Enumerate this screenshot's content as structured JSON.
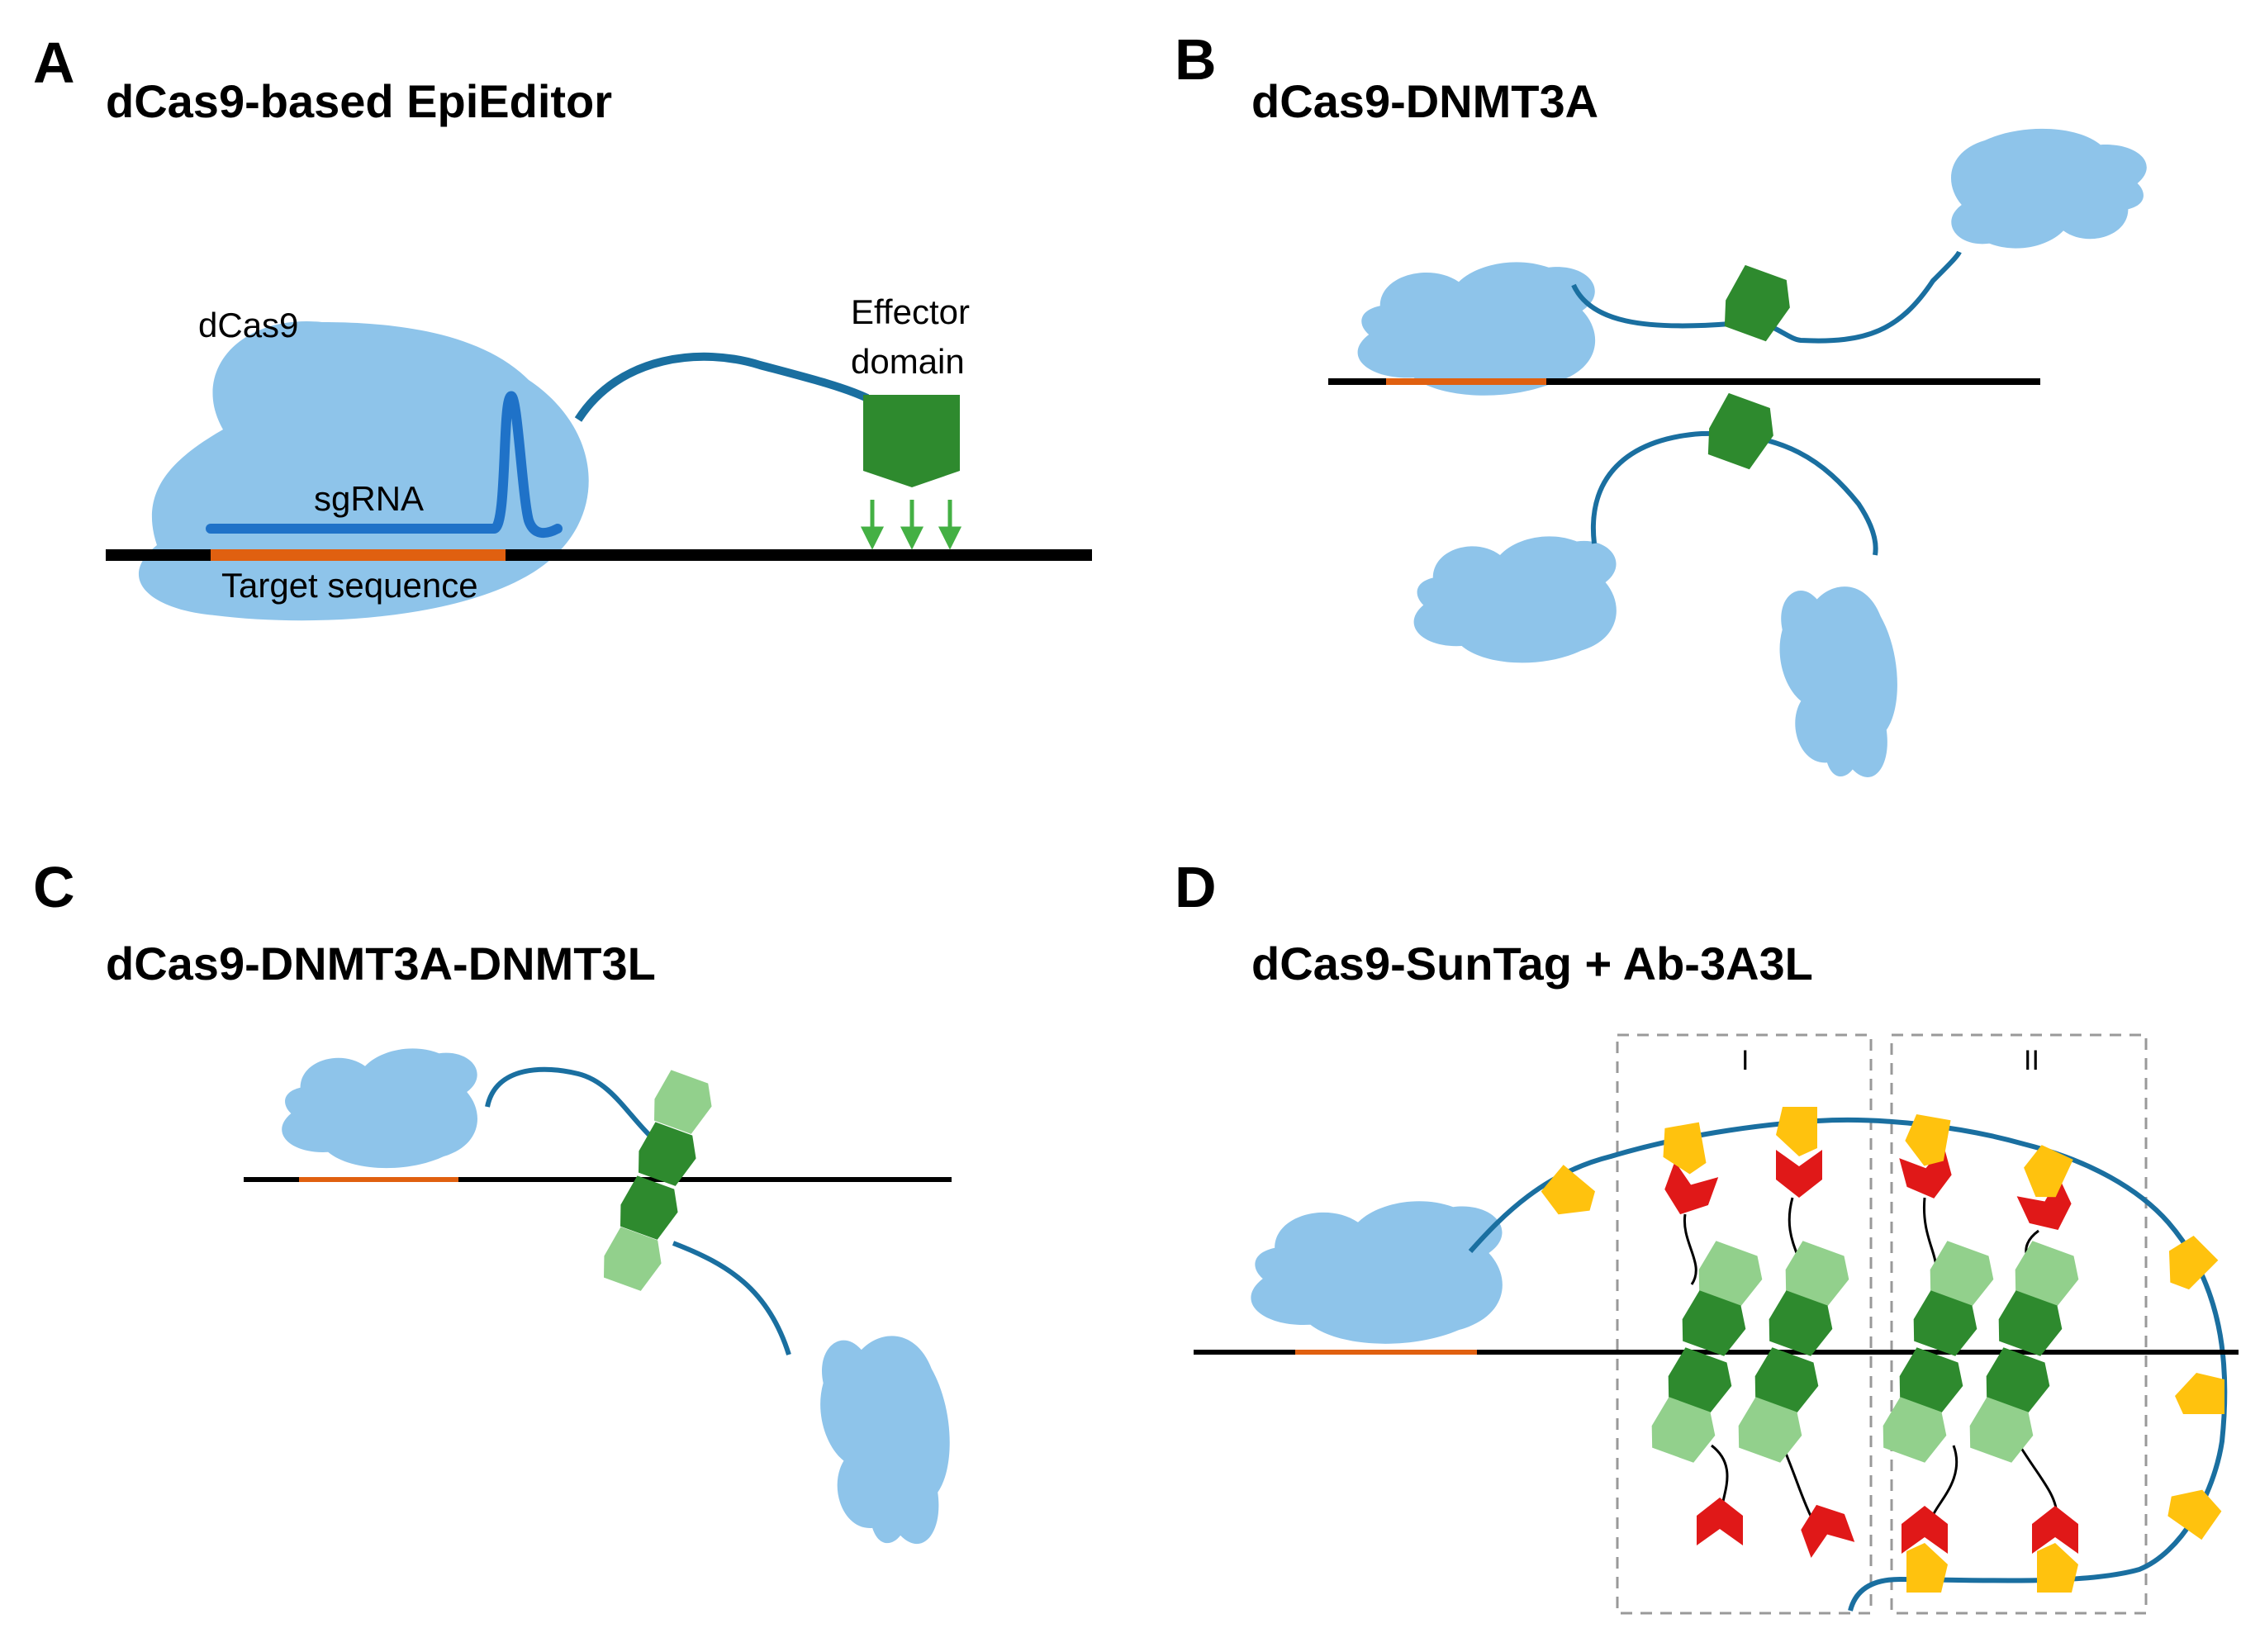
{
  "colors": {
    "protein": "#8ec4ea",
    "linker": "#1a6fa0",
    "dna": "#000000",
    "target": "#e06010",
    "sgrna": "#1f72c8",
    "effector_dark": "#2e8a2e",
    "effector_light": "#92d08c",
    "arrow": "#44b044",
    "suntag": "#ffc20e",
    "antibody": "#e01818",
    "box": "#999999"
  },
  "panels": {
    "a": {
      "letter": "A",
      "title": "dCas9-based  EpiEditor",
      "dcas9_label": "dCas9",
      "effector_label_1": "Effector",
      "effector_label_2": "domain",
      "sgrna_label": "sgRNA",
      "target_label": "Target sequence"
    },
    "b": {
      "letter": "B",
      "title": "dCas9-DNMT3A"
    },
    "c": {
      "letter": "C",
      "title": "dCas9-DNMT3A-DNMT3L"
    },
    "d": {
      "letter": "D",
      "title": "dCas9-SunTag  + Ab-3A3L",
      "box_1_label": "I",
      "box_2_label": "II"
    }
  }
}
